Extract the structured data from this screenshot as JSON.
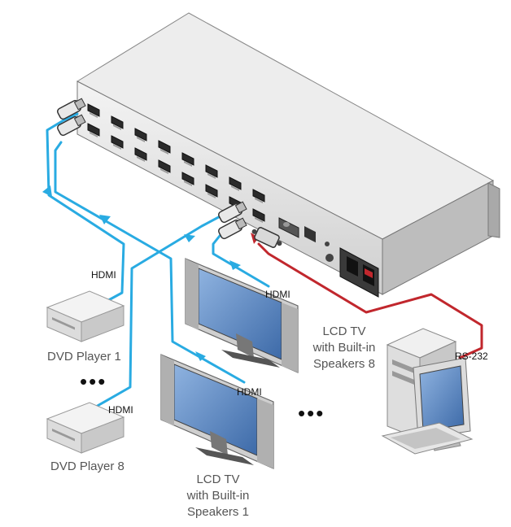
{
  "labels": {
    "dvd1": "DVD Player 1",
    "dvd8": "DVD Player 8",
    "hdmi_dvd1": "HDMI",
    "hdmi_dvd8": "HDMI",
    "hdmi_tv8": "HDMI",
    "hdmi_tv1": "HDMI",
    "rs232": "RS-232",
    "tv8_line1": "LCD TV",
    "tv8_line2": "with Built-in",
    "tv8_line3": "Speakers 8",
    "tv1_line1": "LCD TV",
    "tv1_line2": "with Built-in",
    "tv1_line3": "Speakers 1",
    "ellipsis_sources": "•••",
    "ellipsis_displays": "•••"
  },
  "colors": {
    "hdmi_cable": "#29abe2",
    "rs232_cable": "#c1272d",
    "device_body": "#e6e6e6",
    "device_top": "#f2f2f2",
    "screen": "#5b86c4"
  }
}
